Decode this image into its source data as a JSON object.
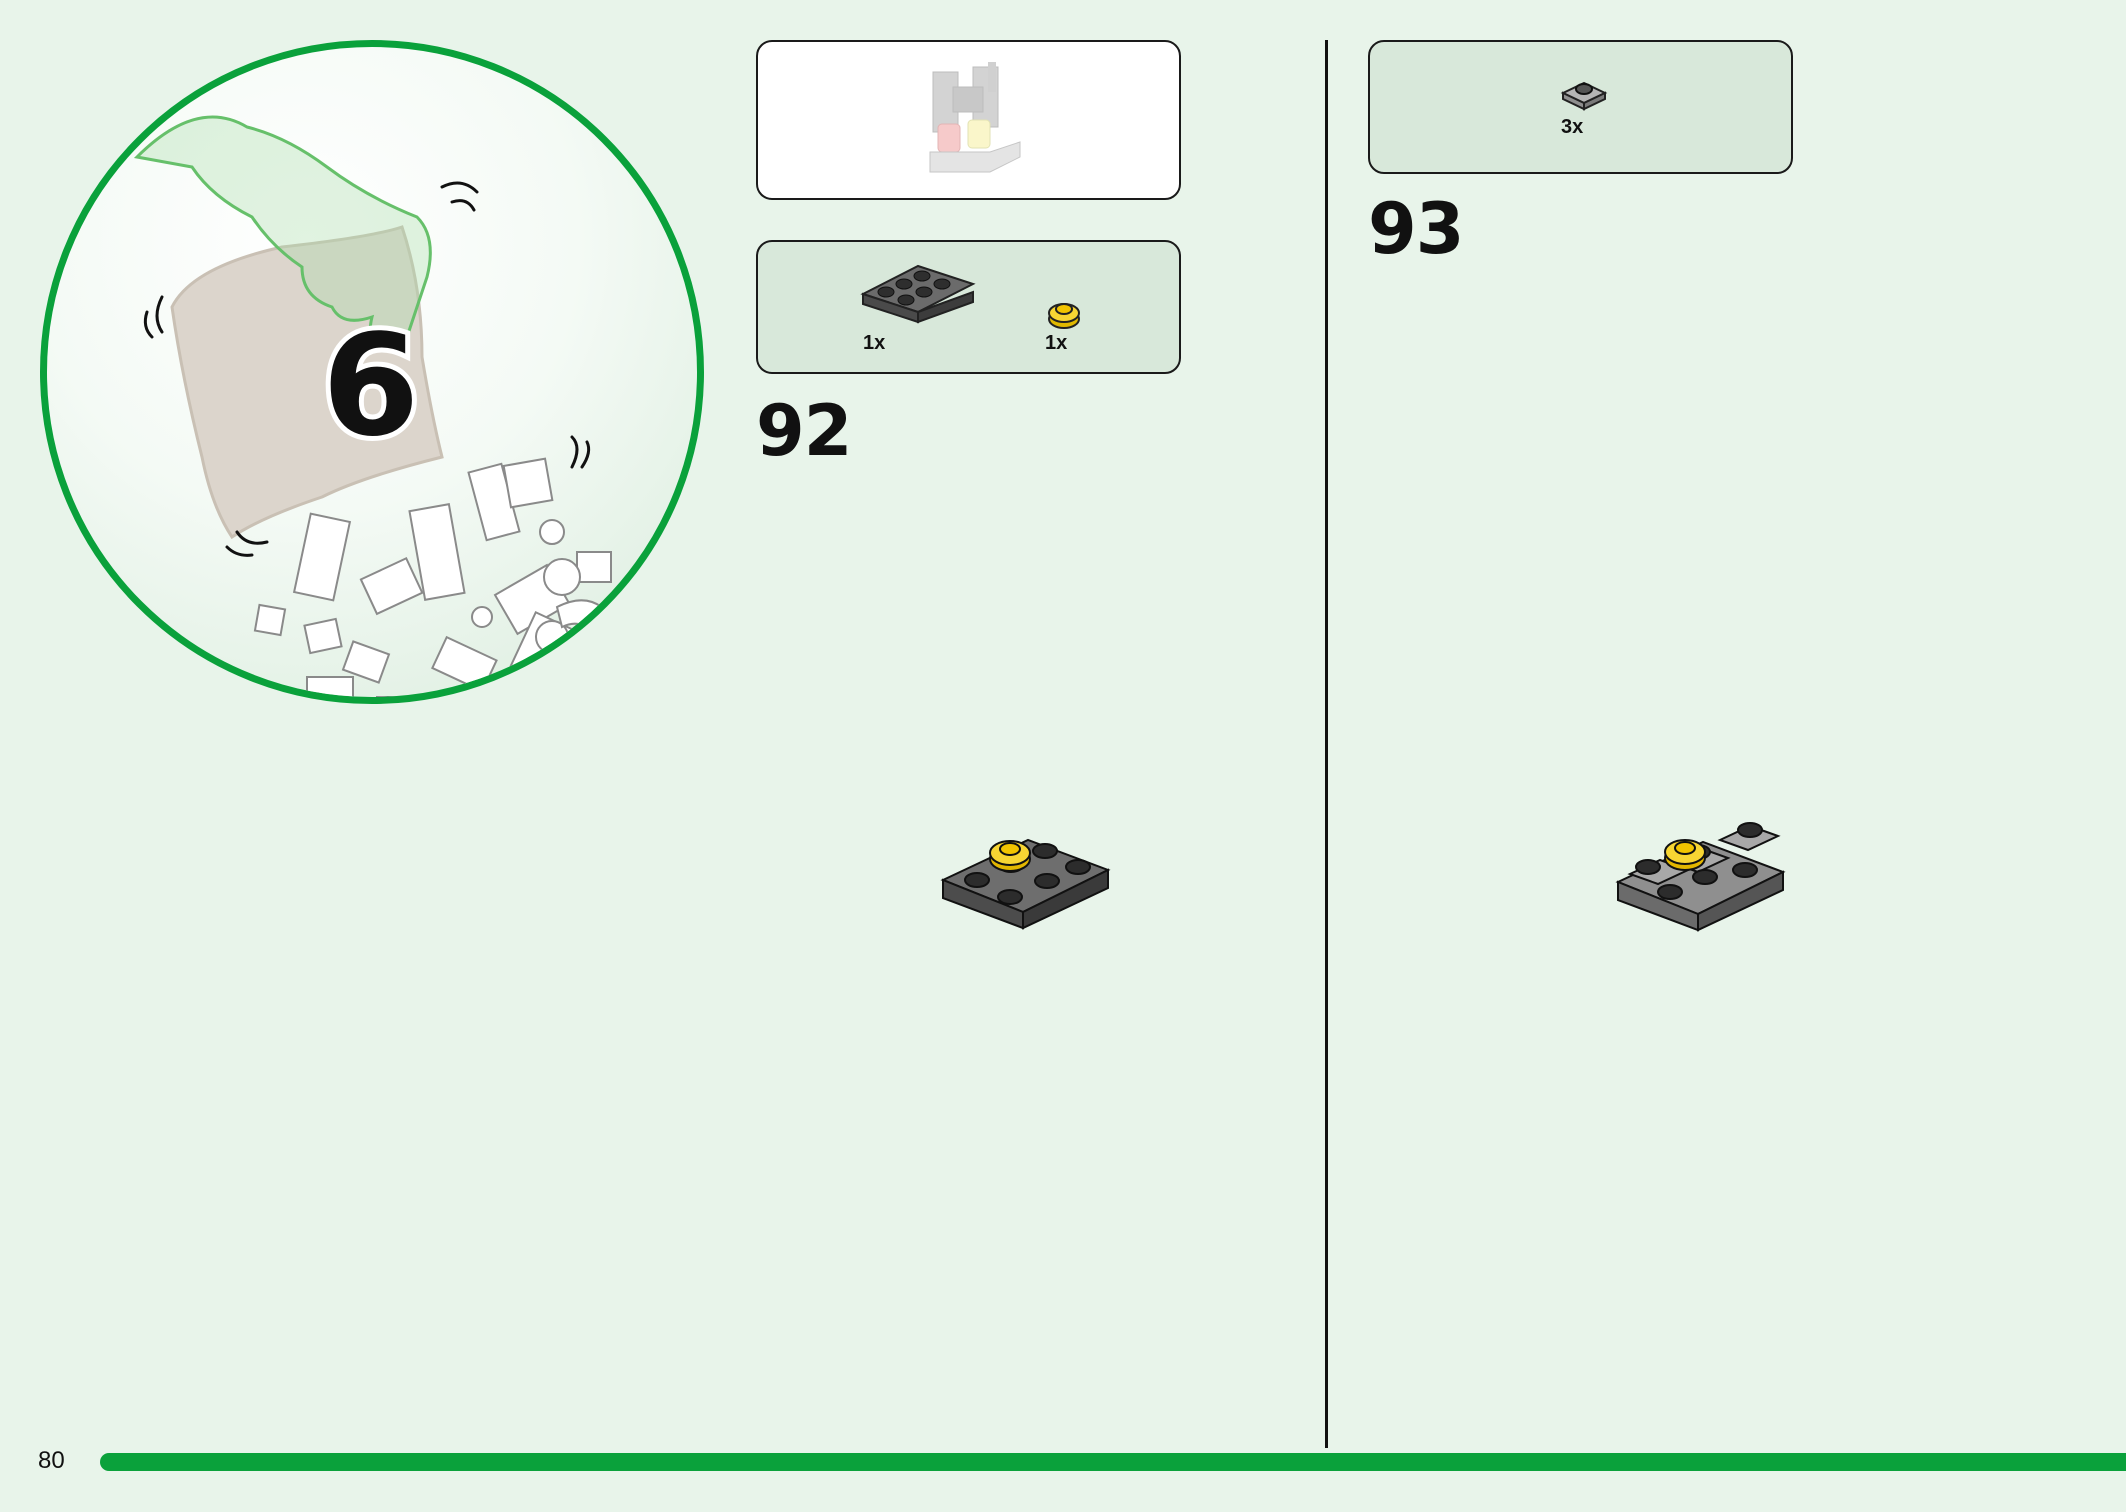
{
  "page": {
    "number": "80",
    "accent_color": "#0aa13b",
    "background_color": "#e8f4ea"
  },
  "bag": {
    "number": "6",
    "icon": "bag-open-icon"
  },
  "steps": [
    {
      "number": "92",
      "submodel_icon": "submodel-preview-icon",
      "parts": [
        {
          "icon": "plate-2x3-dark-gray-icon",
          "qty": "1x",
          "color": "#5a5a5a"
        },
        {
          "icon": "round-plate-1x1-yellow-icon",
          "qty": "1x",
          "color": "#f2cd14"
        }
      ]
    },
    {
      "number": "93",
      "parts": [
        {
          "icon": "plate-1x1-light-gray-icon",
          "qty": "3x",
          "color": "#a0a0a0"
        }
      ]
    }
  ]
}
